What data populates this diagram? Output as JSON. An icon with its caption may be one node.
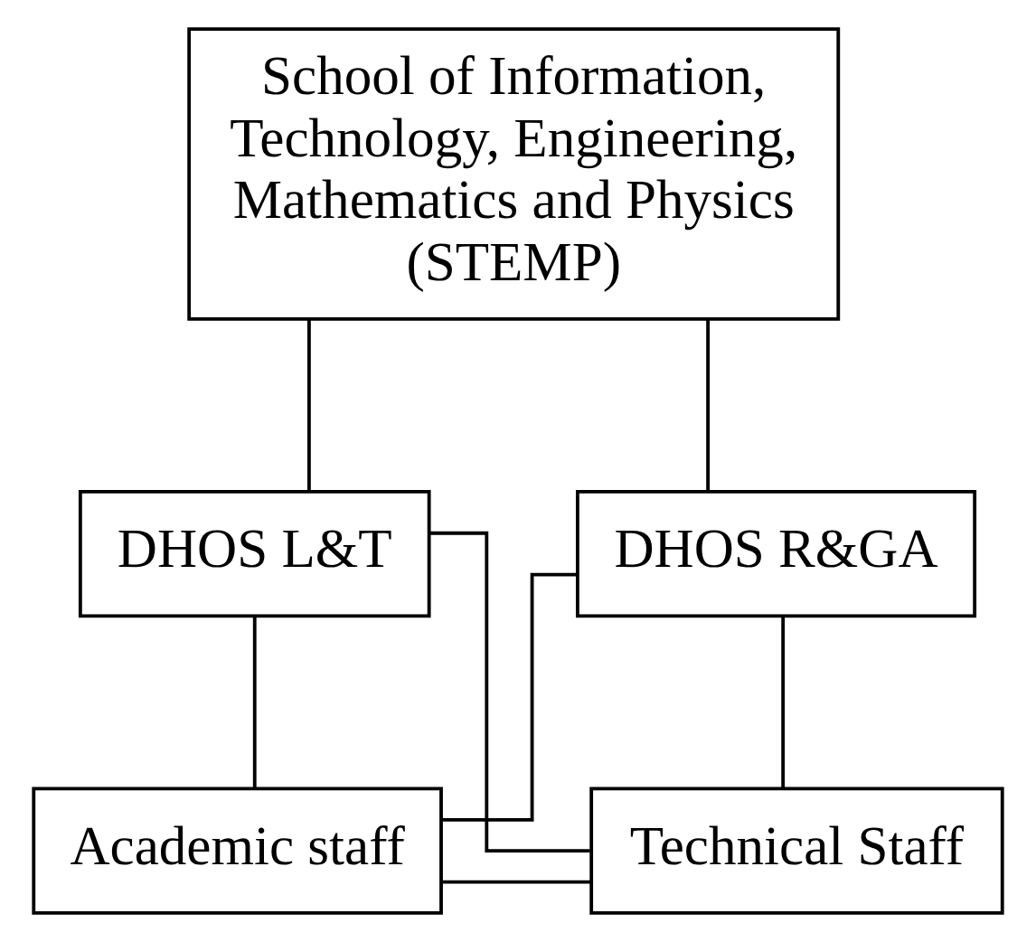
{
  "diagram": {
    "nodes": [
      {
        "text": [
          "School of Information, Technology, Engineering, Mathematics and Physics (STEMP)"
        ]
      },
      {
        "text": [
          "DHOS L&T"
        ]
      },
      {
        "text": [
          "DHOS R&GA"
        ]
      },
      {
        "text": [
          "Academic staff"
        ]
      },
      {
        "text": [
          "Technical Staff"
        ]
      }
    ],
    "edges": [
      {
        "from": 0,
        "to": 1,
        "arrow": "none"
      },
      {
        "from": 0,
        "to": 2,
        "arrow": "none"
      },
      {
        "from": 1,
        "to": 3,
        "arrow": "none"
      },
      {
        "from": 1,
        "to": 4,
        "arrow": "none"
      },
      {
        "from": 2,
        "to": 3,
        "arrow": "none"
      },
      {
        "from": 2,
        "to": 4,
        "arrow": "none"
      },
      {
        "from": 3,
        "to": 4,
        "arrow": "none"
      }
    ]
  }
}
